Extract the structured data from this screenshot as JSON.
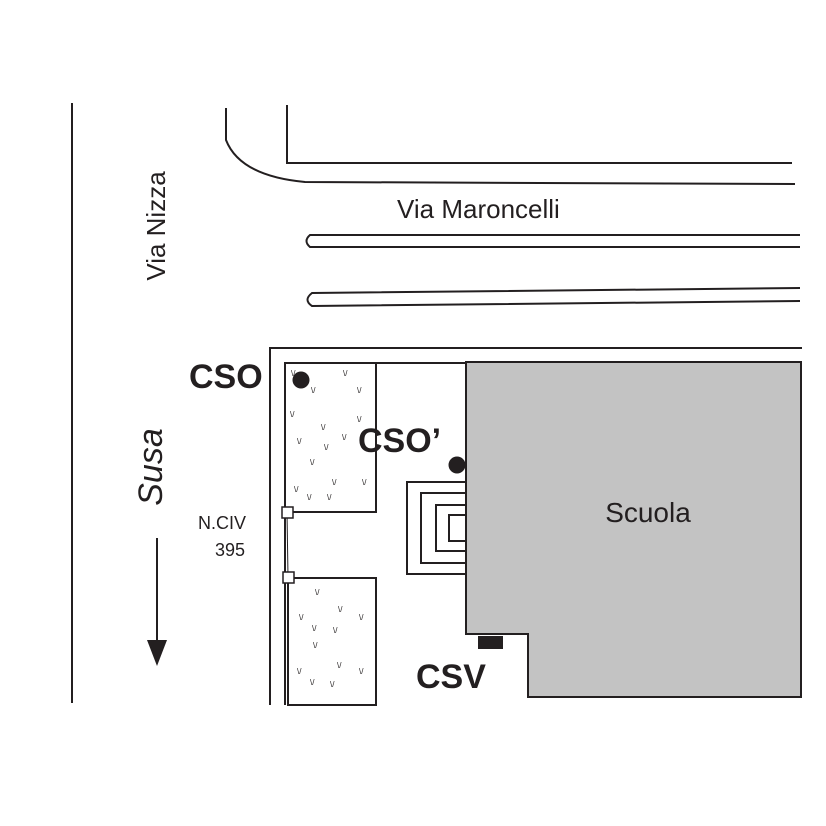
{
  "streets": {
    "via_nizza": "Via Nizza",
    "via_maroncelli": "Via Maroncelli",
    "susa": "Susa"
  },
  "building": {
    "label": "Scuola",
    "fill": "#c3c3c3"
  },
  "points": {
    "cso": "CSO",
    "cso_prime": "CSO’",
    "csv": "CSV"
  },
  "address": {
    "line1": "N.CIV",
    "line2": "395"
  },
  "grass_mark": "\\/"
}
